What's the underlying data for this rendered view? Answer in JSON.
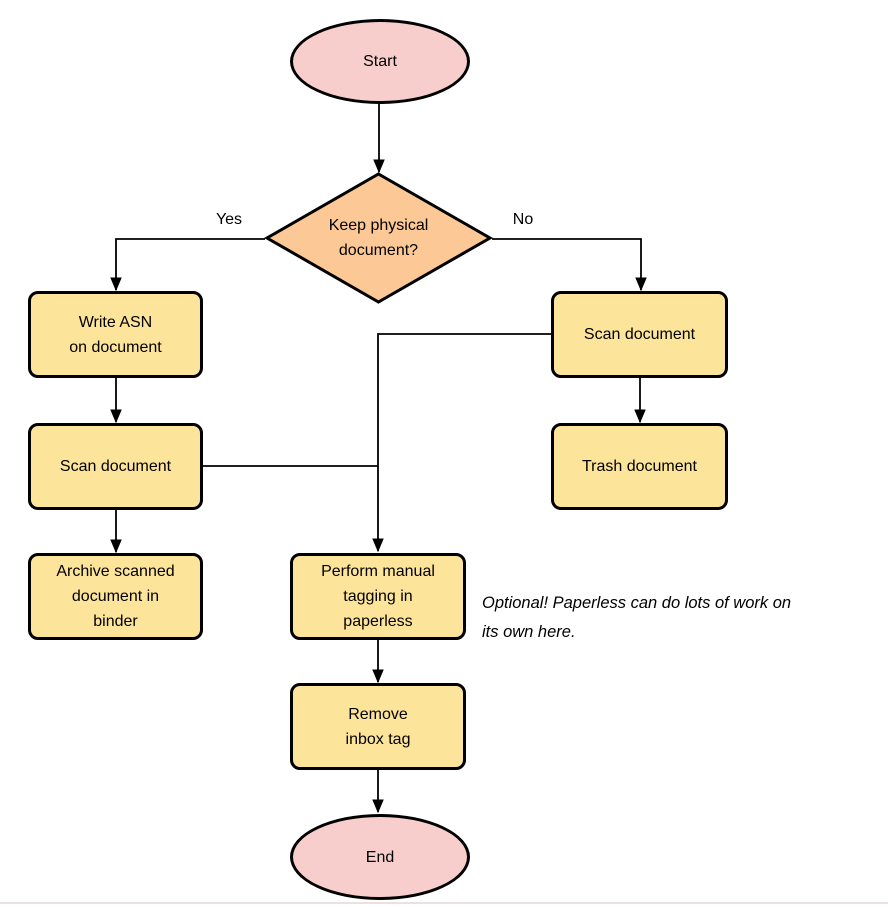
{
  "diagram": {
    "type": "flowchart",
    "nodes": {
      "start": "Start",
      "decision": "Keep physical\ndocument?",
      "write_asn": "Write ASN\non document",
      "scan_left": "Scan document",
      "archive": "Archive scanned\ndocument in\nbinder",
      "scan_right": "Scan document",
      "trash": "Trash document",
      "tagging": "Perform manual\ntagging in\npaperless",
      "remove_inbox": "Remove\ninbox tag",
      "end": "End"
    },
    "edge_labels": {
      "yes": "Yes",
      "no": "No"
    },
    "note": "Optional! Paperless can do lots of work on\nits own here.",
    "colors": {
      "terminal_fill": "#f8cecc",
      "decision_fill": "#fbc896",
      "process_fill": "#fde49b",
      "stroke": "#000000"
    }
  }
}
